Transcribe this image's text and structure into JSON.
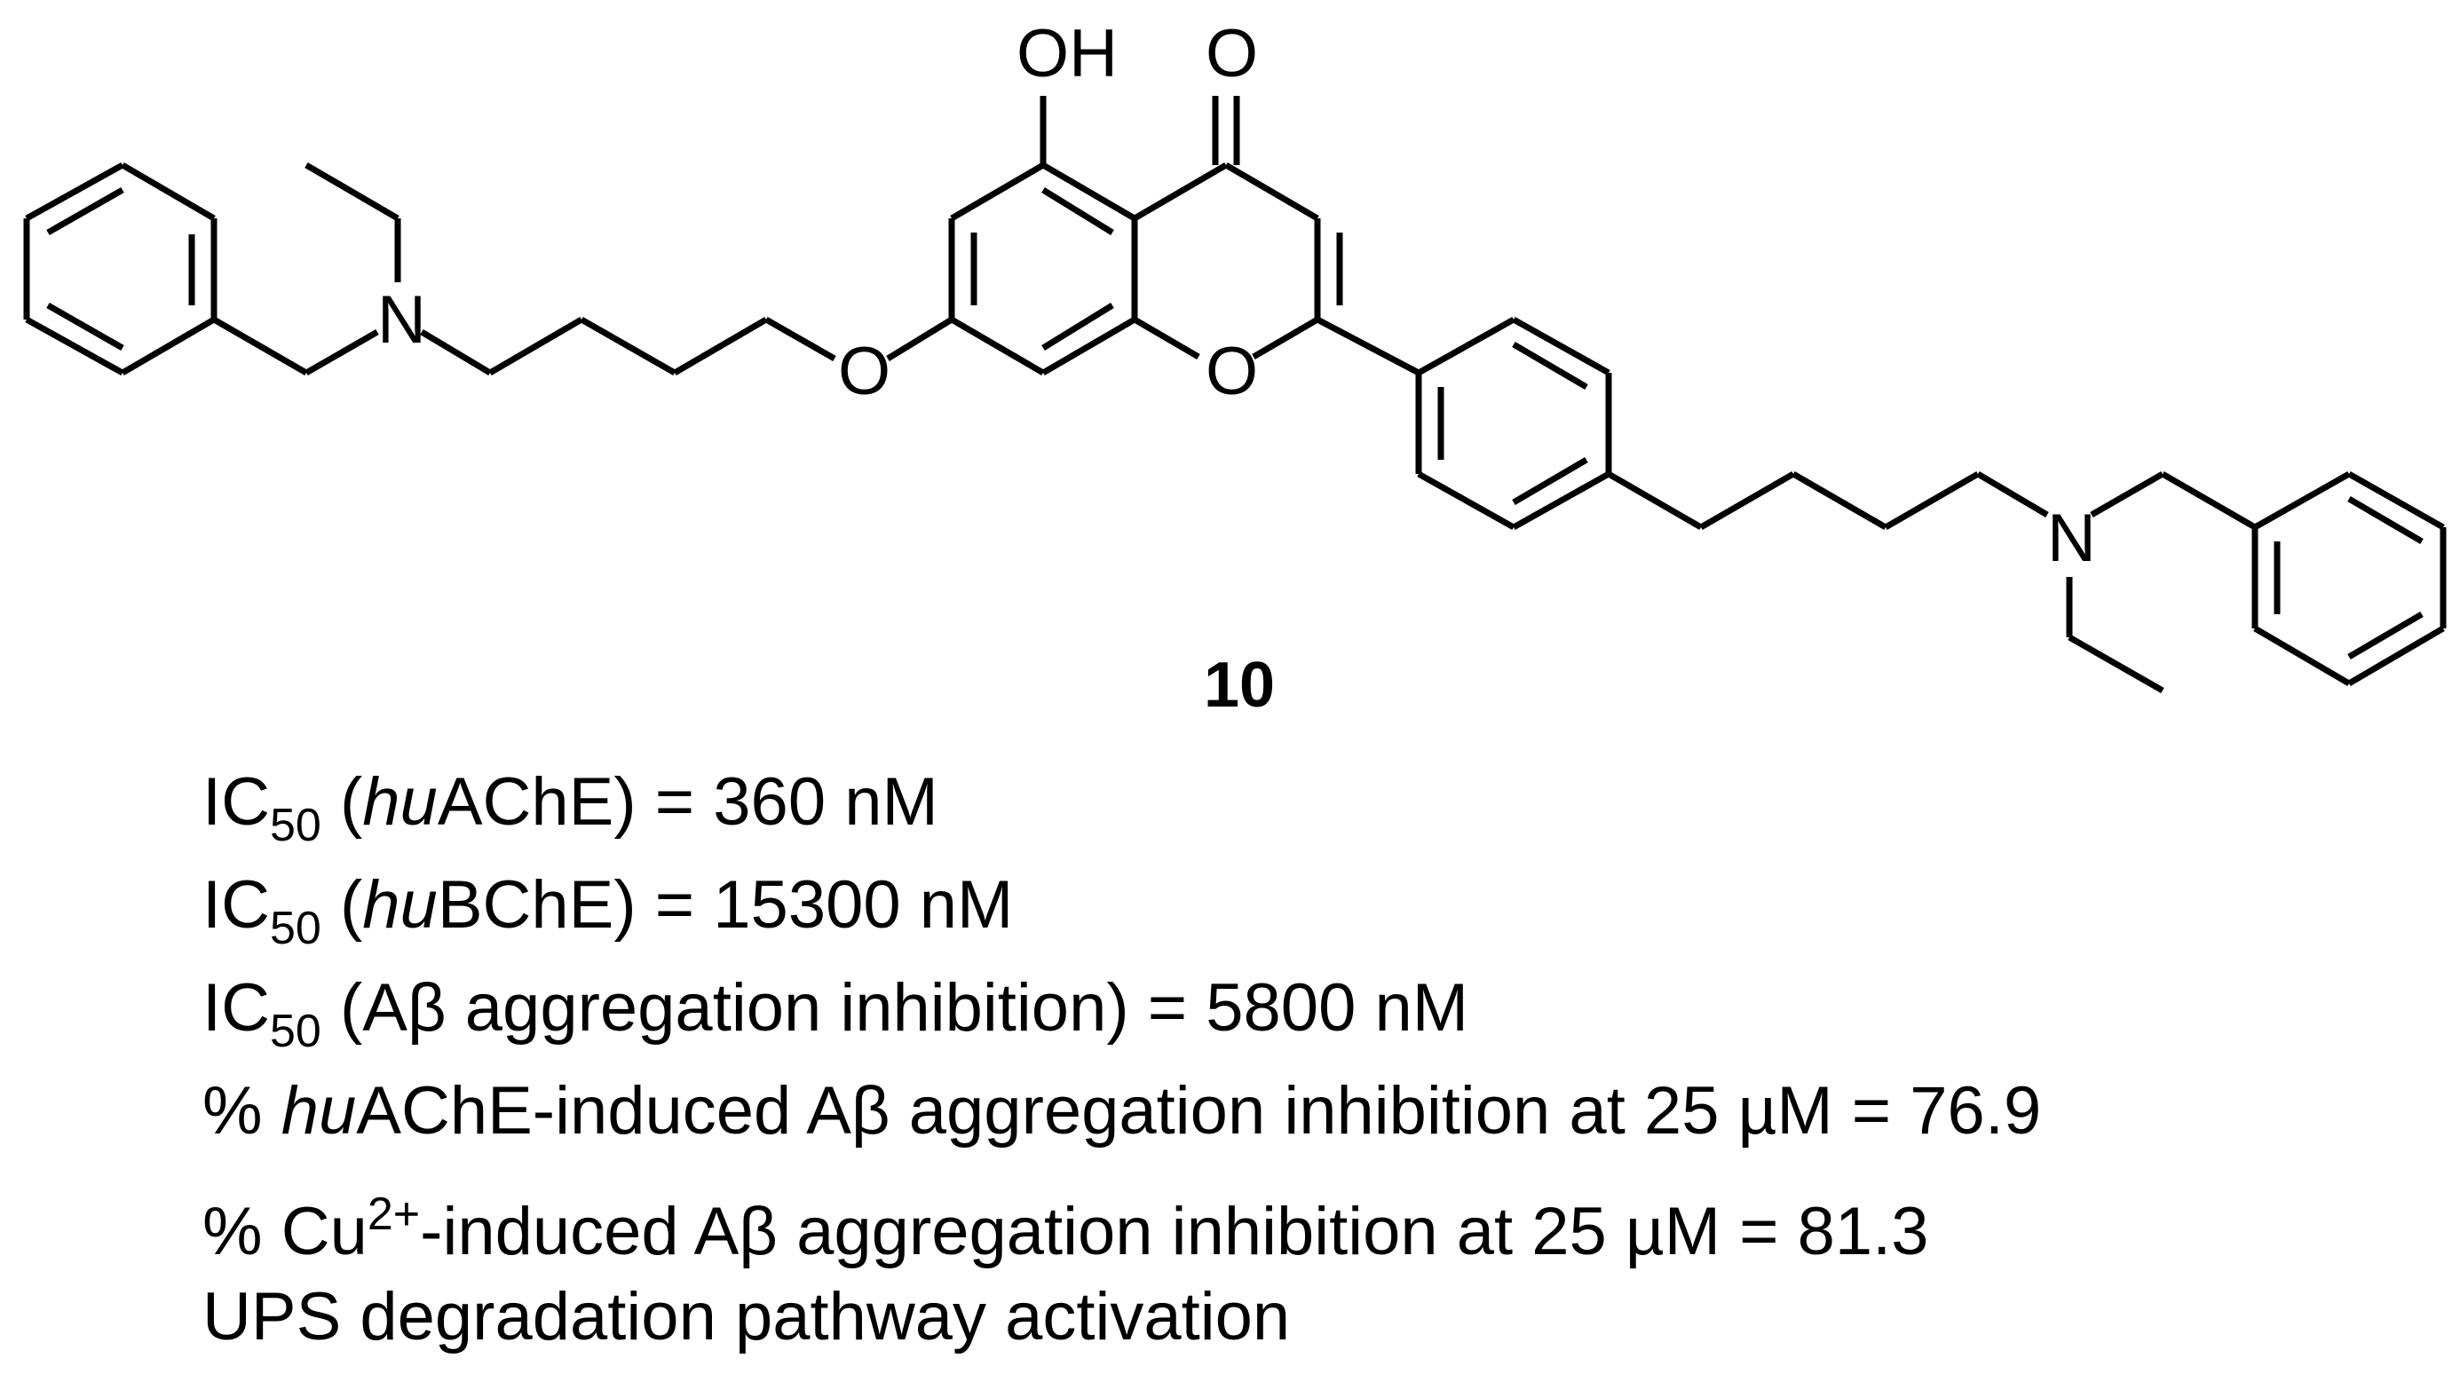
{
  "structure": {
    "atoms": {
      "hydroxyl": "OH",
      "carbonyl_oxygen": "O",
      "ring_oxygen": "O",
      "ether_oxygen": "O",
      "amine_left": "N",
      "amine_right": "N"
    },
    "compound_label": "10"
  },
  "properties": [
    {
      "pre": "IC",
      "sub": "50",
      "mid_a": " (",
      "italic": "hu",
      "post": "AChE) = 360 nM"
    },
    {
      "pre": "IC",
      "sub": "50",
      "mid_a": " (",
      "italic": "hu",
      "post": "BChE) = 15300 nM"
    },
    {
      "pre": "IC",
      "sub": "50",
      "post": " (Aβ aggregation inhibition) = 5800 nM"
    },
    {
      "pre": "% ",
      "italic": "hu",
      "post": "AChE-induced Aβ aggregation inhibition at 25 µM  = 76.9"
    },
    {
      "pre": "% Cu",
      "sup": "2+",
      "post": "-induced Aβ aggregation inhibition at 25 µM = 81.3"
    },
    {
      "pre": "UPS degradation pathway activation"
    }
  ]
}
